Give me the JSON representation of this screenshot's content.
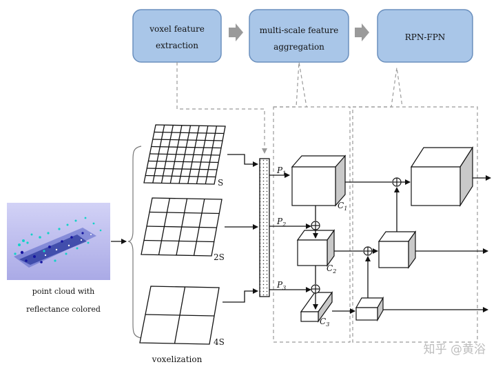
{
  "stages": [
    {
      "lines": [
        "voxel feature",
        "extraction"
      ]
    },
    {
      "lines": [
        "multi-scale feature",
        "aggregation"
      ]
    },
    {
      "lines": [
        "RPN-FPN"
      ]
    }
  ],
  "input": {
    "caption_lines": [
      "point cloud with",
      "reflectance colored"
    ]
  },
  "voxelization": {
    "label": "voxelization",
    "grids": [
      {
        "scale": "S"
      },
      {
        "scale": "2S"
      },
      {
        "scale": "4S"
      }
    ]
  },
  "features": {
    "p": [
      {
        "base": "P",
        "sub": "1"
      },
      {
        "base": "P",
        "sub": "2"
      },
      {
        "base": "P",
        "sub": "3"
      }
    ],
    "c": [
      {
        "base": "C",
        "sub": "1"
      },
      {
        "base": "C",
        "sub": "2"
      },
      {
        "base": "C",
        "sub": "3"
      }
    ]
  },
  "watermark": "知乎 @黄浴",
  "colors": {
    "stage_fill": "#a9c6e8",
    "stage_stroke": "#6a8fbd",
    "arrow_fill": "#9a9a9a",
    "dashed": "#9a9a9a",
    "cube_side": "#c9c9c9",
    "pointcloud_bg": "#b9b9ec"
  }
}
